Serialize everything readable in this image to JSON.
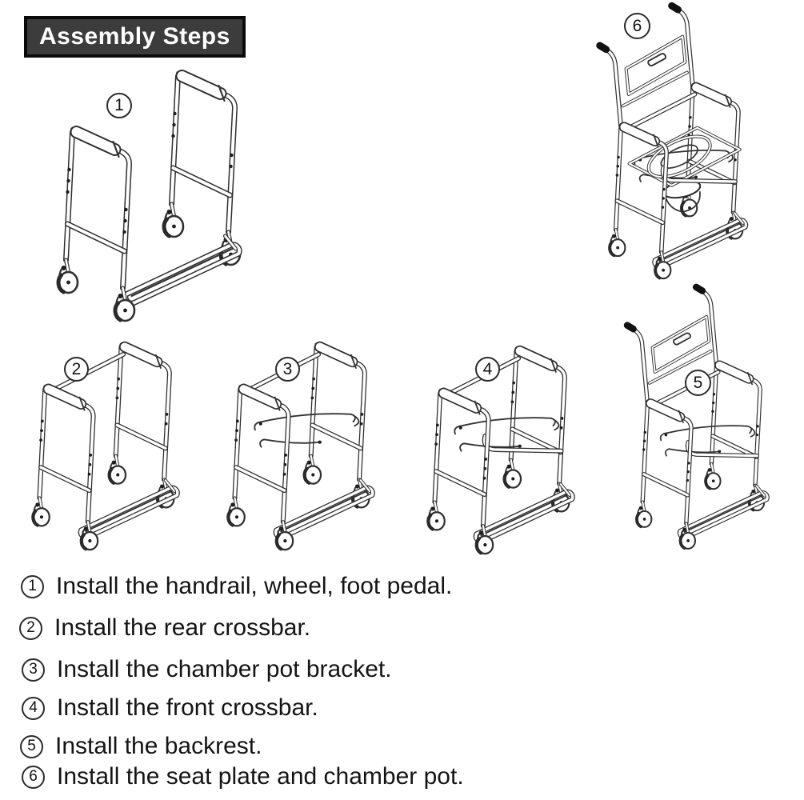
{
  "title": "Assembly Steps",
  "diagram_labels": [
    "1",
    "2",
    "3",
    "4",
    "5",
    "6"
  ],
  "instructions": {
    "items": [
      {
        "num": "1",
        "text": "Install the handrail, wheel, foot pedal."
      },
      {
        "num": "2",
        "text": "Install the rear crossbar."
      },
      {
        "num": "3",
        "text": "Install the chamber pot bracket."
      },
      {
        "num": "4",
        "text": "Install the front crossbar."
      },
      {
        "num": "5",
        "text": "Install the backrest."
      },
      {
        "num": "6",
        "text": "Install the seat plate and chamber pot."
      }
    ]
  },
  "colors": {
    "ink": "#2f2f2f",
    "title_bg": "#3c3c3c",
    "title_text": "#ffffff"
  }
}
